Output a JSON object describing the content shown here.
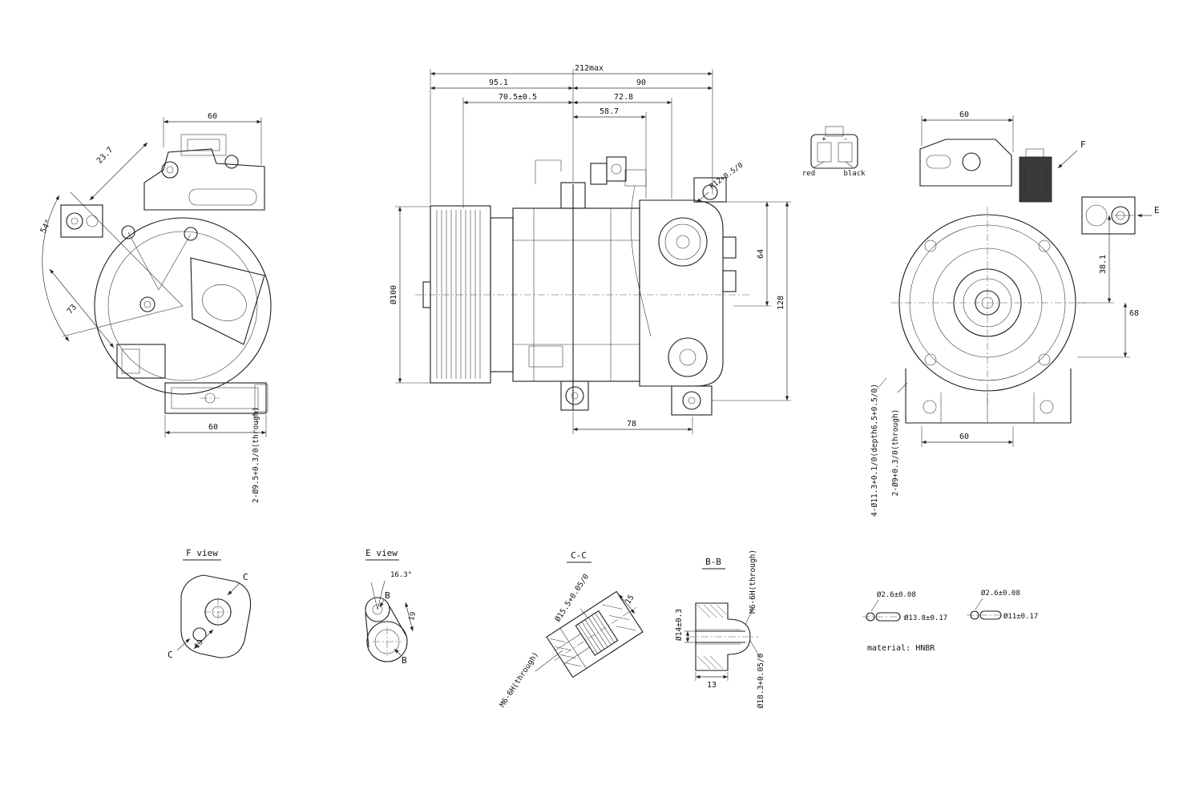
{
  "drawing": {
    "main_view": {
      "dim_212": "212max",
      "dim_95_1": "95.1",
      "dim_90": "90",
      "dim_70_5": "70.5±0.5",
      "dim_72_8": "72.8",
      "dim_58_7": "58.7",
      "dia_100": "Ø100",
      "dim_64": "64",
      "dim_128": "128",
      "dim_78": "78",
      "radius_r12": "R12+0.5/0"
    },
    "left_view": {
      "dim_60_top": "60",
      "dim_23_7": "23.7",
      "angle_54": "54°",
      "dim_73": "73",
      "dim_60_bottom": "60",
      "hole_callout": "2-Ø9.5+0.3/0(through)"
    },
    "right_view": {
      "dim_60_top": "60",
      "dim_38_1": "38.1",
      "dim_68": "68",
      "dim_60_bottom": "60",
      "hole_callout_depth": "4-Ø11.3+0.1/0(depth6.5+0.5/0)",
      "hole_callout_through": "2-Ø9+0.3/0(through)",
      "label_f": "F",
      "label_e": "E"
    },
    "connector": {
      "plus": "+",
      "minus": "-",
      "wire_red": "red",
      "wire_black": "black"
    },
    "f_view": {
      "title": "F view",
      "label_c_upper": "C",
      "label_c_lower": "C",
      "dim_19": "19"
    },
    "e_view": {
      "title": "E view",
      "angle_16_3": "16.3°",
      "label_b_upper": "B",
      "label_b_lower": "B",
      "dim_19": "19"
    },
    "section_cc": {
      "title": "C-C",
      "dia_15_5": "Ø15.5+0.05/0",
      "dim_15": "15",
      "thread_callout": "M6-6H(through)"
    },
    "section_bb": {
      "title": "B-B",
      "dia_14": "Ø14±0.3",
      "thread_callout": "M6-6H(through)",
      "dim_13": "13",
      "dia_18_3": "Ø18.3+0.05/0"
    },
    "oring_large": {
      "cross_section_dia": "Ø2.6±0.08",
      "inner_dia": "Ø13.8±0.17",
      "material": "material: HNBR"
    },
    "oring_small": {
      "cross_section_dia": "Ø2.6±0.08",
      "inner_dia": "Ø11±0.17"
    }
  }
}
